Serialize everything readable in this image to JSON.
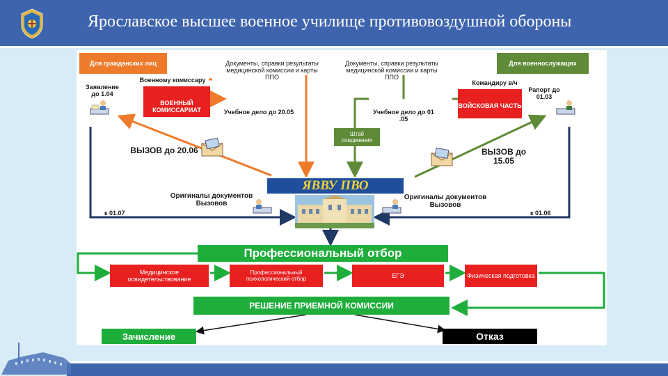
{
  "header": {
    "title": "Ярославское высшее военное училище противовоздушной обороны"
  },
  "colors": {
    "header_blue": "#3e64ad",
    "orange": "#ee7b2c",
    "green": "#1fae3c",
    "olive": "#5f8a37",
    "red": "#e8201f",
    "dark_navy": "#1f3864",
    "teal_arrow": "#2e8b7a"
  },
  "diagram": {
    "civilians_label": "Для гражданских лиц",
    "military_label": "Для военнослужащих",
    "civ_application": "Заявление до 1.04",
    "to_commissariat": "Военному комиссару",
    "commissariat_box": "ВОЕННЫЙ КОМИССАРИАТ",
    "docs_left": "Документы, справки результаты медицинской комиссии и карты ППО",
    "file_left": "Учебное дело до 20.05",
    "call_left": "ВЫЗОВ до 20.06",
    "originals_left": "Оригиналы документов Вызовов",
    "deadline_left": "к 01.07",
    "docs_right": "Документы, справки результаты медицинской комиссии и карты ППО",
    "file_right": "Учебное дело до 01 .05",
    "to_commander": "Командиру в/ч",
    "report_right": "Рапорт до 01.03",
    "unit_box": "ВОЙСКОВАЯ ЧАСТЬ",
    "hq_box": "Штаб соединения",
    "call_right": "ВЫЗОВ до 15.05",
    "originals_right": "Оригиналы документов Вызовов",
    "deadline_right": "к 01.06",
    "school_box": "ЯВВУ ПВО",
    "selection_box": "Профессиональный отбор",
    "step_medical": "Медицинское освидетельствование",
    "step_psych": "Профессиональный психологический отбор",
    "step_exam": "ЕГЭ",
    "step_physical": "Физическая подготовка",
    "decision_box": "РЕШЕНИЕ ПРИЕМНОЙ КОМИССИИ",
    "enroll_box": "Зачисление",
    "reject_box": "Отказ"
  }
}
